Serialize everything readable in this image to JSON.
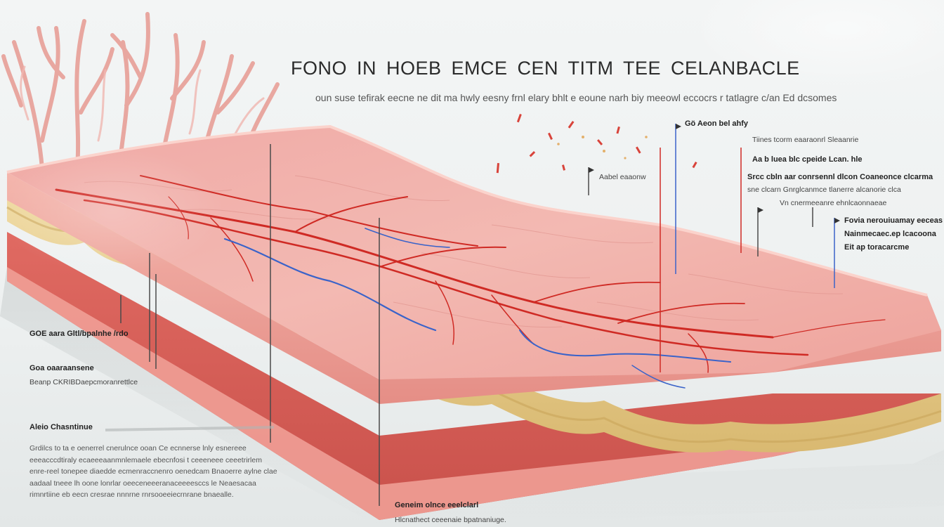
{
  "title": "FONO   IN   HOEB EMCE CEN TITM TEE CELANBACLE",
  "subtitle": "oun suse tefirak eecne ne dit ma hwly eesny frnl elary bhlt e eoune narh biy meeowl eccocrs r tatlagre  c/an Ed dcsomes",
  "colors": {
    "background": "#eef1f1",
    "epidermis": "#f2b3ad",
    "fat_layer": "#e6cd8e",
    "muscle": "#d9625d",
    "artery": "#cf2a24",
    "vein": "#3a63c9"
  },
  "labels_right": {
    "l1": "Gö Aeon bel ahfy",
    "l2": "Aabel eaaonw",
    "l3": "Tiines  tcorm eaaraonrl Sleaanrie",
    "l4": "Aa  b  luea  blc  cpeide Lcan. hle",
    "l5": "Srcc  cbln  aar   conrsennl  dlcon  Coaneonce  clcarma",
    "l6": "sne  clcarn  Gnrglcanmce  tlanerre  alcanorie  clca",
    "l7": "Vn  cnermeeanre  ehnlcaonnaeae",
    "l8": "Fovia nerouiuamay eeceas",
    "l9": "Nainmecaec.ep lcacoona",
    "l10": "Eit  ap  toracarcme"
  },
  "labels_left": {
    "l1": "GOE aara Gltl/bpalnhe /rdo",
    "l2": "Goa oaaraansene",
    "l3": "Beanp   CKRIBDaepcmoranrettlce",
    "l4": "Aleio Chasntinue"
  },
  "paragraph_left": [
    "Grdilcs to  ta e oenerrel  cnerulnce ooan Ce ecnnerse  lnly  esnereee",
    "eeeacccdtiraly  ecaeeeaanmnlemaele ebecnfosi t ceeeneee ceeetrirlem",
    "enre-reel tonepee    diaedde  ecmenraccnenro oenedcam Bnaoerre aylne  clae",
    "aadaal  tneee  lh   oone lonrlar  oeeceneeeranaceeeesccs le Neaesacaa",
    "rimnrtiine  eb  eecn  cresrae  nnnrne  rnrsooeeiecrnrane  bnaealle."
  ],
  "label_bottom": {
    "l1": "Geneim olnce  eeelclarl",
    "l2": "Hlcnathect ceeenaie  bpatnaniuge."
  }
}
